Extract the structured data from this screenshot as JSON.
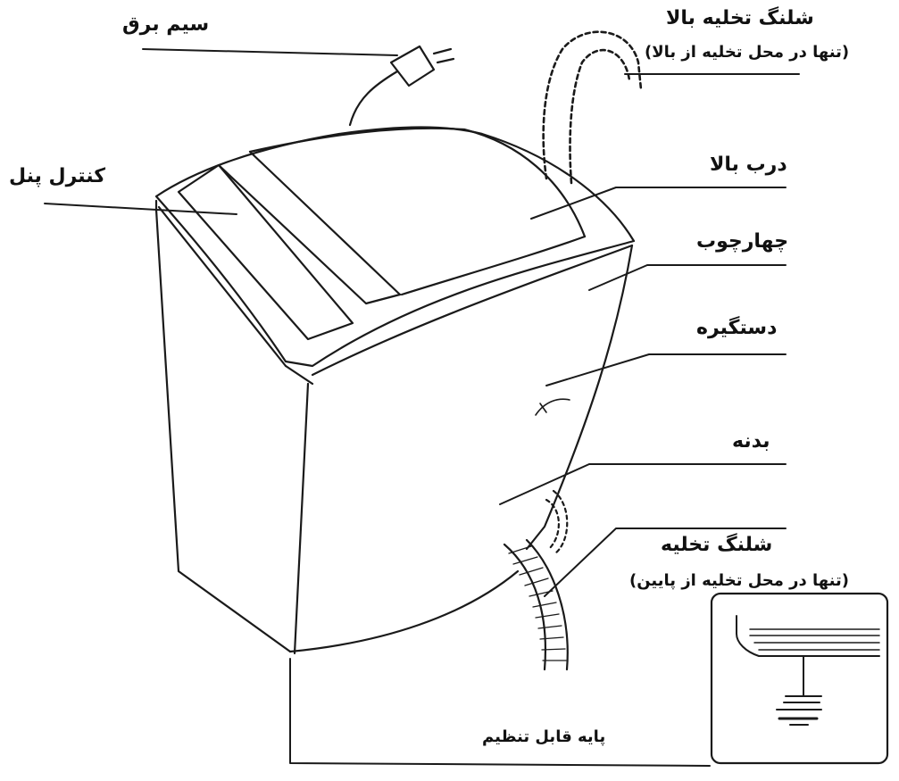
{
  "labels": {
    "power_cord": "سیم برق",
    "upper_drain_hose": "شلنگ تخلیه بالا",
    "upper_drain_note": "(تنها در محل تخلیه از بالا)",
    "control_panel": "کنترل پنل",
    "top_lid": "درب بالا",
    "frame": "چهارچوب",
    "handle": "دستگیره",
    "body": "بدنه",
    "drain_hose": "شلنگ تخلیه",
    "drain_note": "(تنها در محل تخلیه از پایین)",
    "adjustable_foot": "پایه قابل تنظیم"
  }
}
